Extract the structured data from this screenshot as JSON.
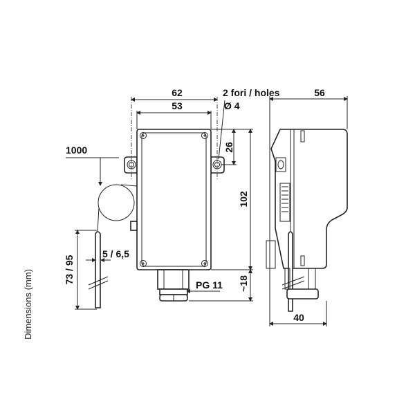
{
  "side_label": "Dimensions (mm)",
  "dimensions": {
    "width_outer": "62",
    "width_inner": "53",
    "holes": "2 fori / holes",
    "hole_diameter": "Ø 4",
    "hole_offset": "26",
    "height": "102",
    "gland_height": "~18",
    "gland": "PG 11",
    "capillary": "1000",
    "probe_length": "73 / 95",
    "probe_diameter": "5 / 6,5",
    "depth": "56",
    "depth_base": "40"
  }
}
